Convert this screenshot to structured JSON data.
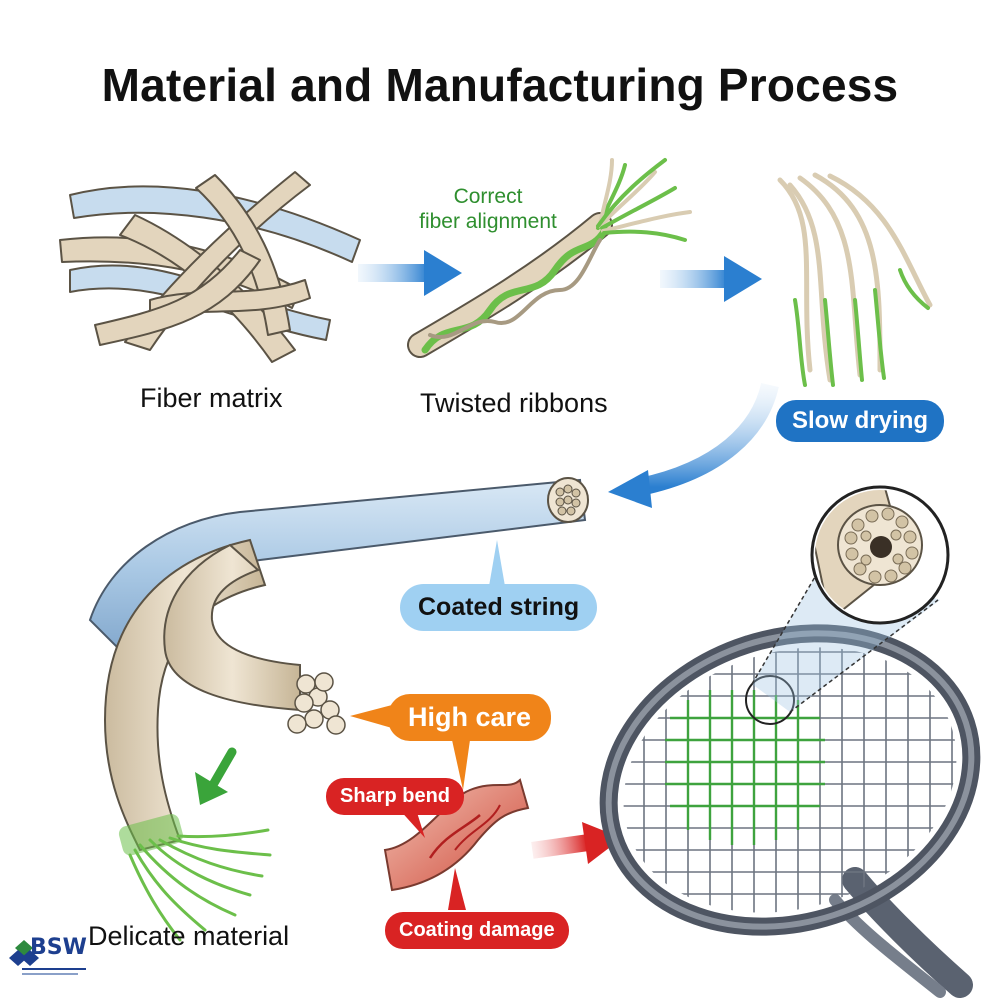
{
  "title": "Material and Manufacturing Process",
  "labels": {
    "fiber_matrix": "Fiber matrix",
    "twisted_ribbons": "Twisted ribbons",
    "correct_alignment_line1": "Correct",
    "correct_alignment_line2": "fiber alignment",
    "slow_drying": "Slow drying",
    "coated_string": "Coated string",
    "high_care": "High care",
    "sharp_bend": "Sharp bend",
    "coating_damage": "Coating damage",
    "delicate_material": "Delicate material"
  },
  "logo": {
    "text": "BSW"
  },
  "colors": {
    "ribbon_beige": "#e3d5bd",
    "ribbon_blue": "#c7dcee",
    "fiber_green": "#6cbf4a",
    "arrow_blue": "#2b7fd0",
    "pill_blue": "#1f73c4",
    "pill_light_blue": "#9fd0f2",
    "pill_orange": "#f08419",
    "pill_red": "#d92323",
    "racket_frame": "#5a6270"
  }
}
